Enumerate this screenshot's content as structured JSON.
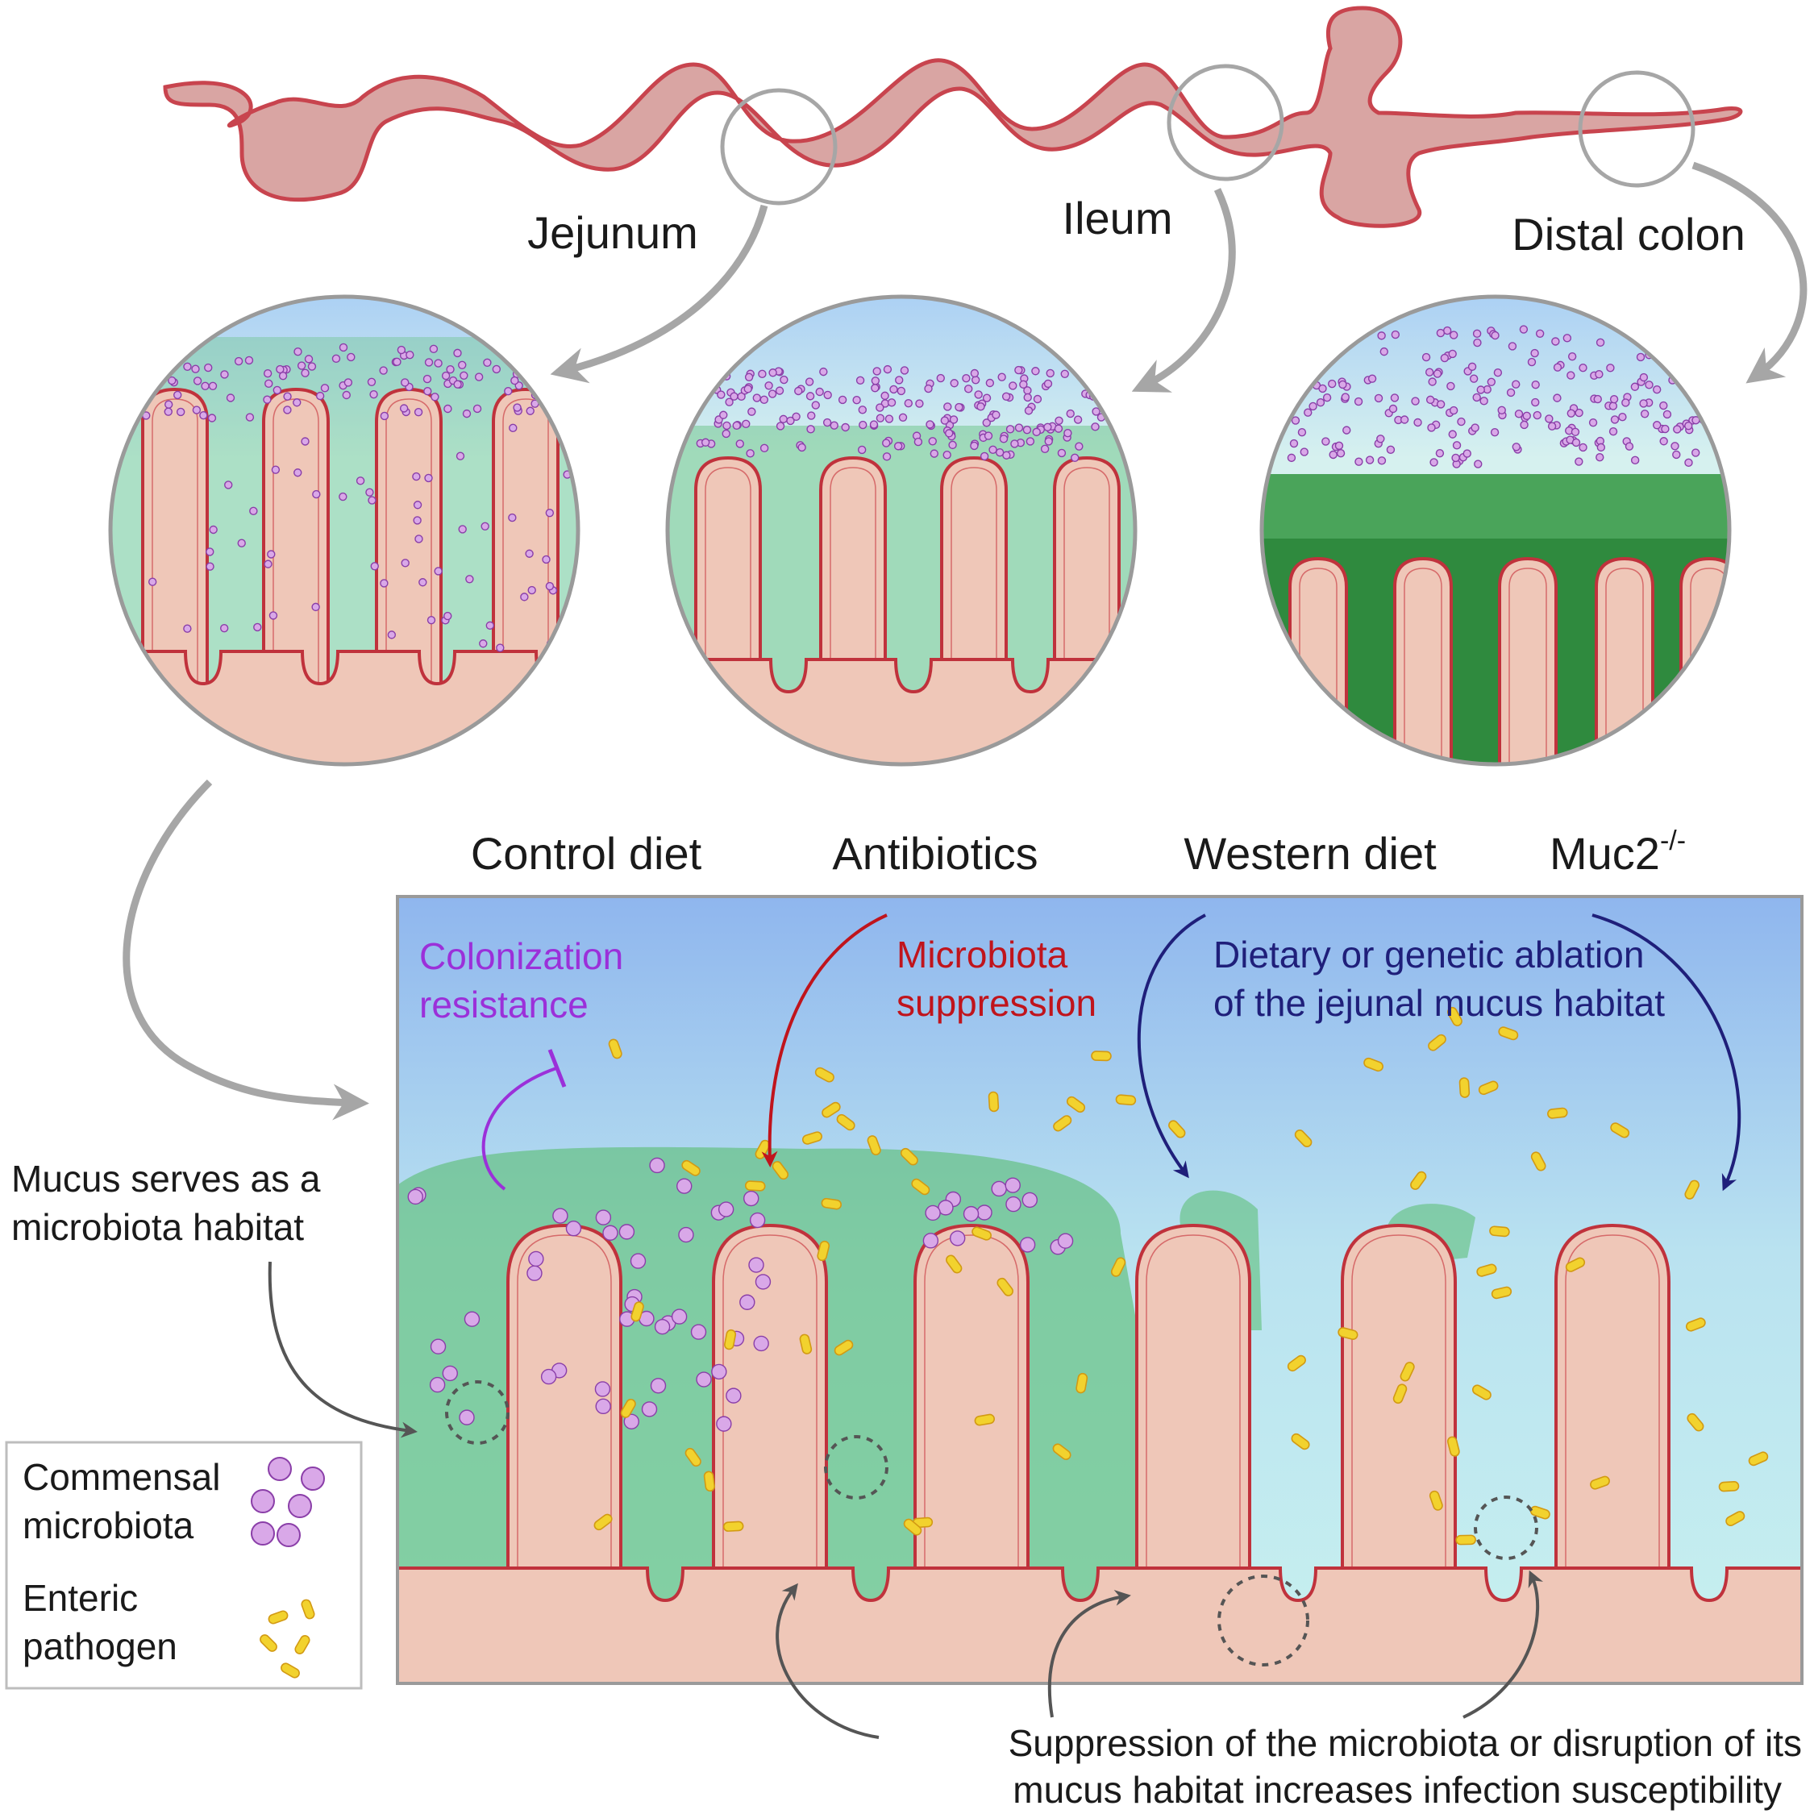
{
  "segments": {
    "jejunum": "Jejunum",
    "ileum": "Ileum",
    "distal_colon": "Distal colon"
  },
  "conditions": {
    "control": "Control diet",
    "antibiotics": "Antibiotics",
    "western": "Western diet",
    "muc2_base": "Muc2",
    "muc2_sup": "-/-"
  },
  "annotations": {
    "colonization_1": "Colonization",
    "colonization_2": "resistance",
    "microbiota_1": "Microbiota",
    "microbiota_2": "suppression",
    "ablation_1": "Dietary or genetic ablation",
    "ablation_2": "of the jejunal mucus habitat",
    "habitat_1": "Mucus serves as a",
    "habitat_2": "microbiota habitat",
    "bottom_1": "Suppression of the microbiota or disruption of its",
    "bottom_2": "mucus habitat increases infection susceptibility"
  },
  "legend": {
    "commensal_1": "Commensal",
    "commensal_2": "microbiota",
    "pathogen_1": "Enteric",
    "pathogen_2": "pathogen"
  },
  "colors": {
    "tissue": "#efc7b8",
    "tissue_border": "#c0323c",
    "mucus": "#5fbf7a",
    "commensal": "#d9a8e8",
    "pathogen": "#f2d22e",
    "colonization_text": "#9b30d9",
    "suppression_text": "#c0141c",
    "ablation_text": "#1f1f7a"
  }
}
